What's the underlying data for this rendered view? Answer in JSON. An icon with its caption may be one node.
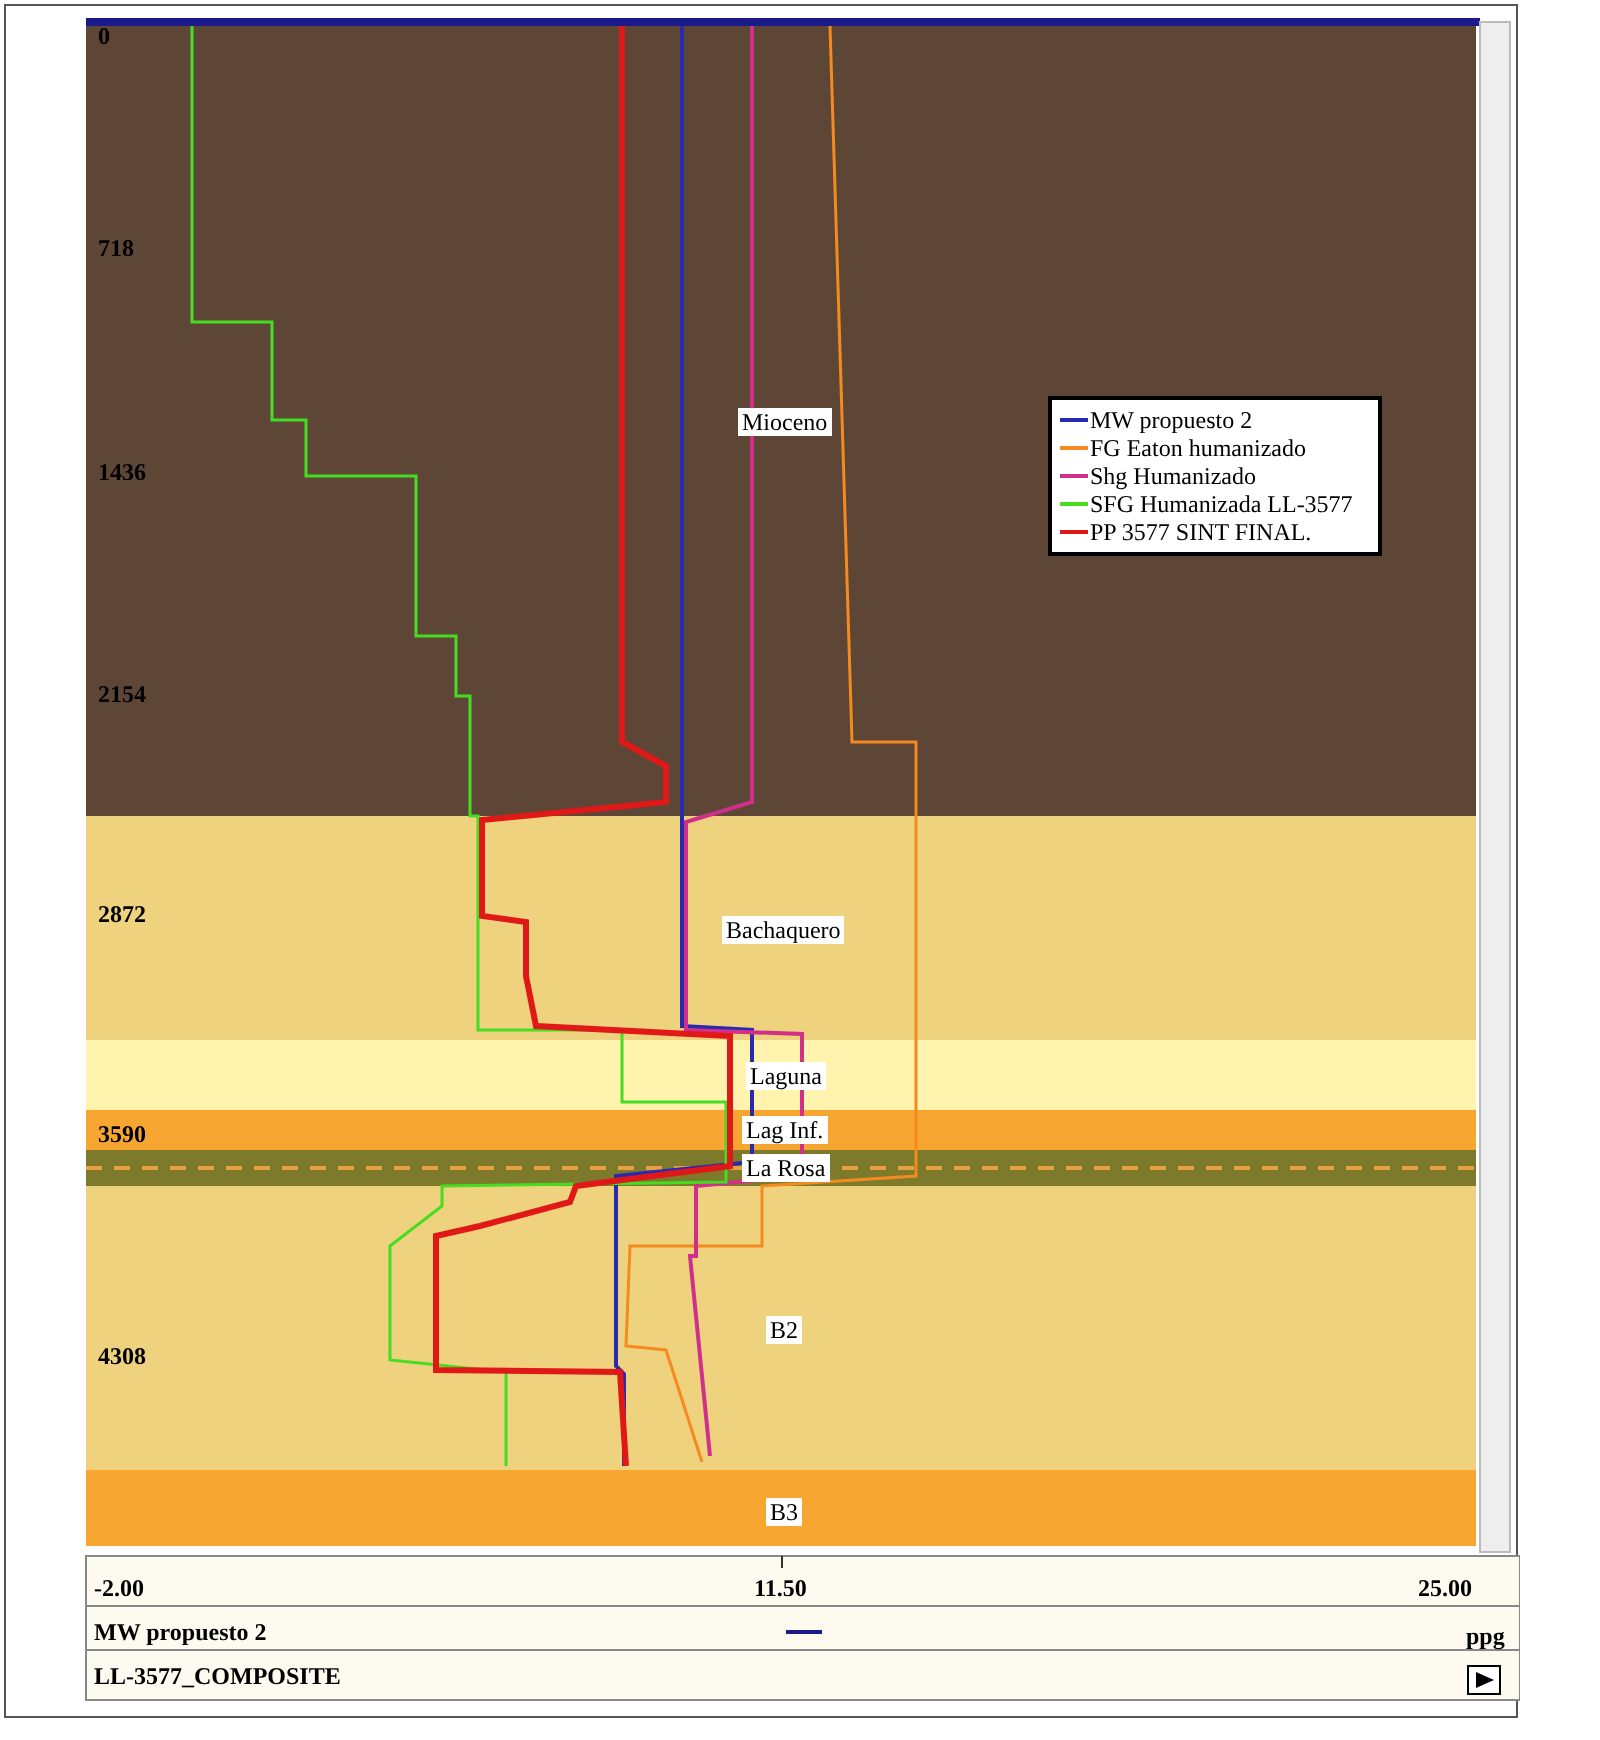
{
  "diagram": {
    "labels": [
      "0",
      "718",
      "Mioceno",
      "1436",
      "2154",
      "2872",
      "Bachaquero",
      "Laguna",
      "3590",
      "Lag Inf.",
      "La Rosa",
      "B2",
      "4308",
      "B3",
      "-2.00",
      "11.50",
      "25.00",
      "MW propuesto 2",
      "ppg",
      "LL-3577_COMPOSITE"
    ],
    "legend": [
      {
        "text": "MW propuesto 2"
      },
      {
        "text": "FG Eaton humanizado"
      },
      {
        "text": "Shg Humanizado"
      },
      {
        "text": "SFG Humanizada LL-3577"
      },
      {
        "text": "PP 3577 SINT FINAL."
      }
    ]
  }
}
